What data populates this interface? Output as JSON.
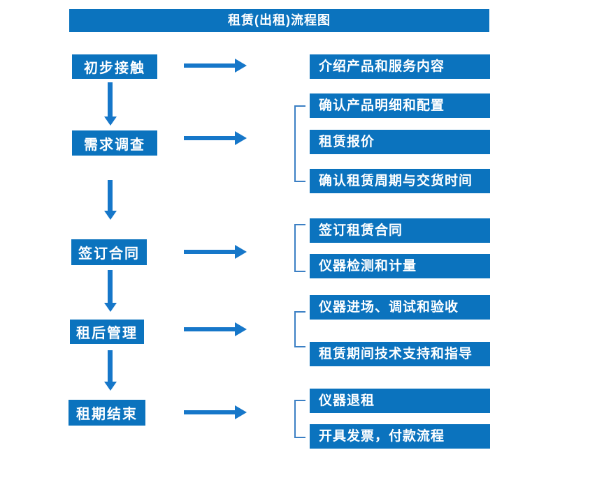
{
  "title": "租赁(出租)流程图",
  "colors": {
    "box_blue": "#0b73be",
    "arrow_blue": "#1677c9",
    "bracket_blue": "#3c80c4",
    "text_white": "#ffffff",
    "background": "#ffffff"
  },
  "steps": [
    {
      "label": "初步接触",
      "details": [
        "介绍产品和服务内容"
      ]
    },
    {
      "label": "需求调查",
      "details": [
        "确认产品明细和配置",
        "租赁报价",
        "确认租赁周期与交货时间"
      ]
    },
    {
      "label": "签订合同",
      "details": [
        "签订租赁合同",
        "仪器检测和计量"
      ]
    },
    {
      "label": "租后管理",
      "details": [
        "仪器进场、调试和验收",
        "租赁期间技术支持和指导"
      ]
    },
    {
      "label": "租期结束",
      "details": [
        "仪器退租",
        "开具发票，付款流程"
      ]
    }
  ]
}
